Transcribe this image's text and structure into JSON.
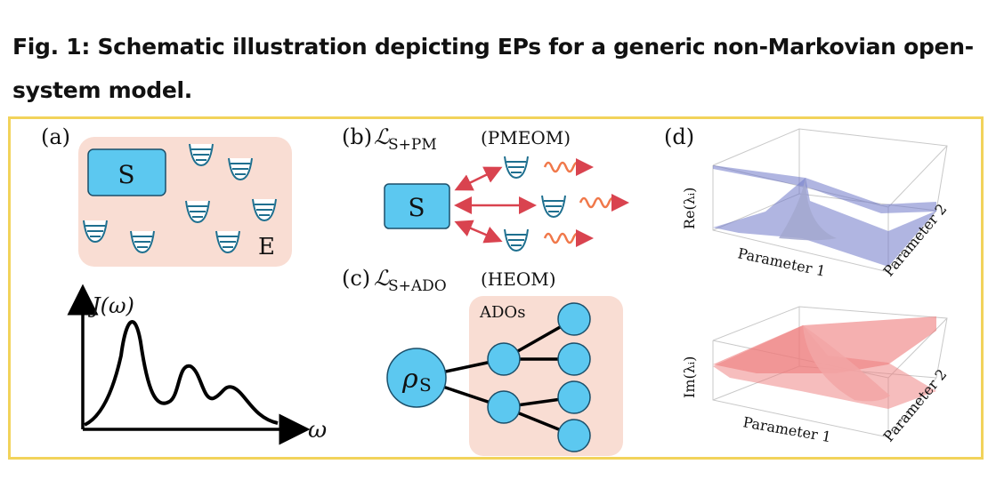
{
  "caption": "Fig. 1: Schematic illustration depicting EPs for a generic non-Markovian open-system model.",
  "panels": {
    "a": {
      "label": "(a)",
      "system_label": "S",
      "environment_label": "E",
      "spectral_label": "J(ω)",
      "axis_label": "ω"
    },
    "b": {
      "label": "(b)",
      "operator": "ℒ",
      "subscript": "S+PM",
      "method": "(PMEOM)",
      "system_label": "S"
    },
    "c": {
      "label": "(c)",
      "operator": "ℒ",
      "subscript": "S+ADO",
      "method": "(HEOM)",
      "group_label": "ADOs",
      "rho_symbol": "ρ",
      "rho_subscript": "S"
    },
    "d": {
      "label": "(d)",
      "top_plot": {
        "zlabel": "Re(λᵢ)",
        "xlabel": "Parameter 1",
        "ylabel": "Parameter 2"
      },
      "bottom_plot": {
        "zlabel": "Im(λᵢ)",
        "xlabel": "Parameter 1",
        "ylabel": "Parameter 2"
      }
    }
  },
  "colors": {
    "frame": "#f2d35b",
    "env_fill": "#f9ddd3",
    "node_fill": "#5cc8f0",
    "arrow": "#d9434f",
    "wave": "#f0784a",
    "surface_blue": "#6f78c8",
    "surface_red": "#ee7b7b"
  }
}
